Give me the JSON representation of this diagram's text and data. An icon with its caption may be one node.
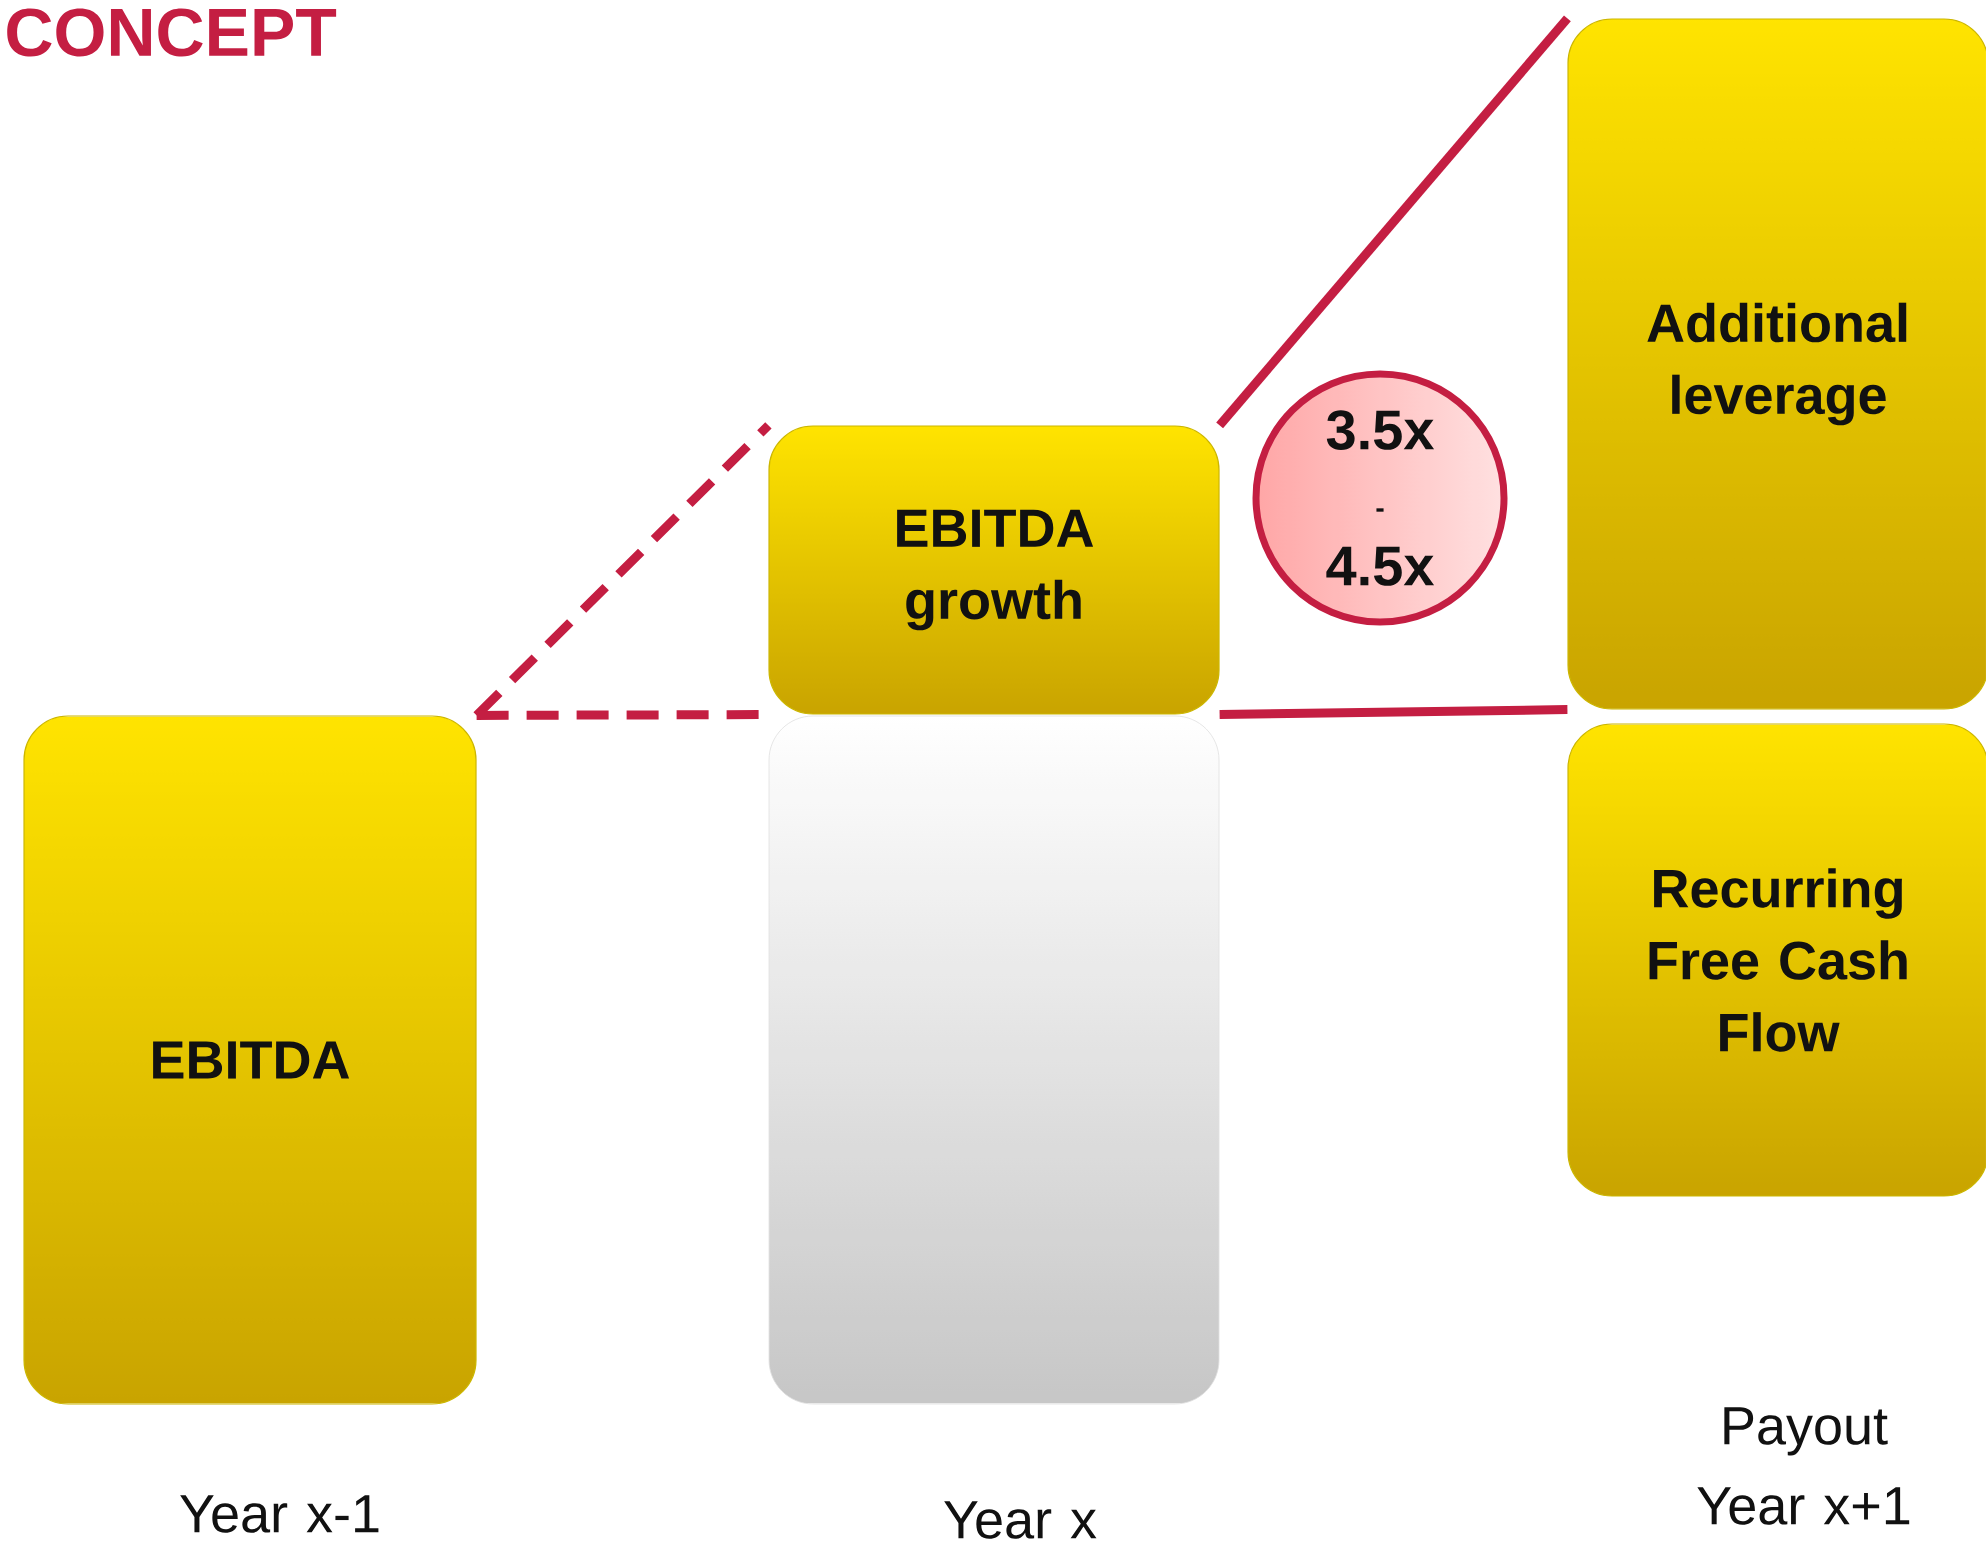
{
  "diagram": {
    "title": "CONCEPT",
    "nodes": [
      {
        "text": [
          "EBITDA"
        ]
      },
      {
        "text": [
          "EBITDA growth"
        ]
      },
      {
        "text": [],
        "shape": "box"
      },
      {
        "text": [
          "Additional leverage"
        ]
      },
      {
        "text": [
          "Recurring Free Cash Flow"
        ]
      },
      {
        "text": [
          "3.5x",
          "-",
          "4.5x"
        ]
      }
    ],
    "edges": [
      {
        "from": 0,
        "to": 1,
        "arrow": "none",
        "style": "dashed"
      },
      {
        "from": 0,
        "to": 1,
        "arrow": "none",
        "style": "dashed"
      },
      {
        "from": 1,
        "to": 3,
        "arrow": "none"
      },
      {
        "from": 1,
        "to": 3,
        "arrow": "none"
      }
    ],
    "labels": [
      "Year x-1",
      "Year x",
      "Payout Year x+1"
    ]
  }
}
